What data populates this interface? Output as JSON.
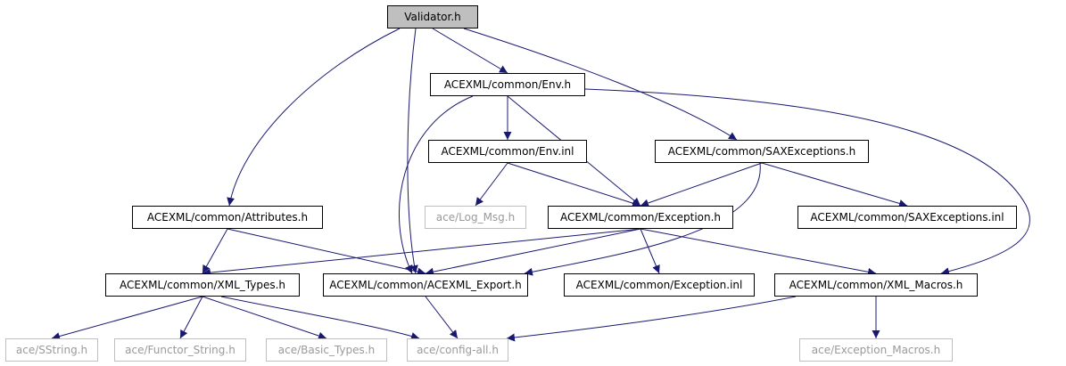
{
  "diagram": {
    "edge_color": "#191970",
    "root_fill": "#bfbfbf",
    "external_color": "#bfbfbf",
    "nodes": [
      {
        "id": "validator",
        "label": "Validator.h",
        "kind": "root"
      },
      {
        "id": "env",
        "label": "ACEXML/common/Env.h",
        "kind": "file"
      },
      {
        "id": "env_inl",
        "label": "ACEXML/common/Env.inl",
        "kind": "file"
      },
      {
        "id": "saxexc",
        "label": "ACEXML/common/SAXExceptions.h",
        "kind": "file"
      },
      {
        "id": "attributes",
        "label": "ACEXML/common/Attributes.h",
        "kind": "file"
      },
      {
        "id": "log_msg",
        "label": "ace/Log_Msg.h",
        "kind": "external"
      },
      {
        "id": "exception",
        "label": "ACEXML/common/Exception.h",
        "kind": "file"
      },
      {
        "id": "saxexc_inl",
        "label": "ACEXML/common/SAXExceptions.inl",
        "kind": "file"
      },
      {
        "id": "xml_types",
        "label": "ACEXML/common/XML_Types.h",
        "kind": "file"
      },
      {
        "id": "export",
        "label": "ACEXML/common/ACEXML_Export.h",
        "kind": "file"
      },
      {
        "id": "exception_inl",
        "label": "ACEXML/common/Exception.inl",
        "kind": "file"
      },
      {
        "id": "xml_macros",
        "label": "ACEXML/common/XML_Macros.h",
        "kind": "file"
      },
      {
        "id": "sstring",
        "label": "ace/SString.h",
        "kind": "external"
      },
      {
        "id": "functor",
        "label": "ace/Functor_String.h",
        "kind": "external"
      },
      {
        "id": "basic_types",
        "label": "ace/Basic_Types.h",
        "kind": "external"
      },
      {
        "id": "config_all",
        "label": "ace/config-all.h",
        "kind": "external"
      },
      {
        "id": "exc_macros",
        "label": "ace/Exception_Macros.h",
        "kind": "external"
      }
    ],
    "edges": [
      [
        "validator",
        "attributes"
      ],
      [
        "validator",
        "export"
      ],
      [
        "validator",
        "env"
      ],
      [
        "validator",
        "saxexc"
      ],
      [
        "env",
        "env_inl"
      ],
      [
        "env",
        "export"
      ],
      [
        "env",
        "exception"
      ],
      [
        "env",
        "xml_macros"
      ],
      [
        "env_inl",
        "log_msg"
      ],
      [
        "env_inl",
        "exception"
      ],
      [
        "saxexc",
        "exception"
      ],
      [
        "saxexc",
        "saxexc_inl"
      ],
      [
        "saxexc",
        "export"
      ],
      [
        "attributes",
        "xml_types"
      ],
      [
        "attributes",
        "export"
      ],
      [
        "exception",
        "xml_types"
      ],
      [
        "exception",
        "export"
      ],
      [
        "exception",
        "exception_inl"
      ],
      [
        "exception",
        "xml_macros"
      ],
      [
        "xml_types",
        "sstring"
      ],
      [
        "xml_types",
        "functor"
      ],
      [
        "xml_types",
        "basic_types"
      ],
      [
        "xml_types",
        "config_all"
      ],
      [
        "export",
        "config_all"
      ],
      [
        "xml_macros",
        "config_all"
      ],
      [
        "xml_macros",
        "exc_macros"
      ]
    ]
  }
}
